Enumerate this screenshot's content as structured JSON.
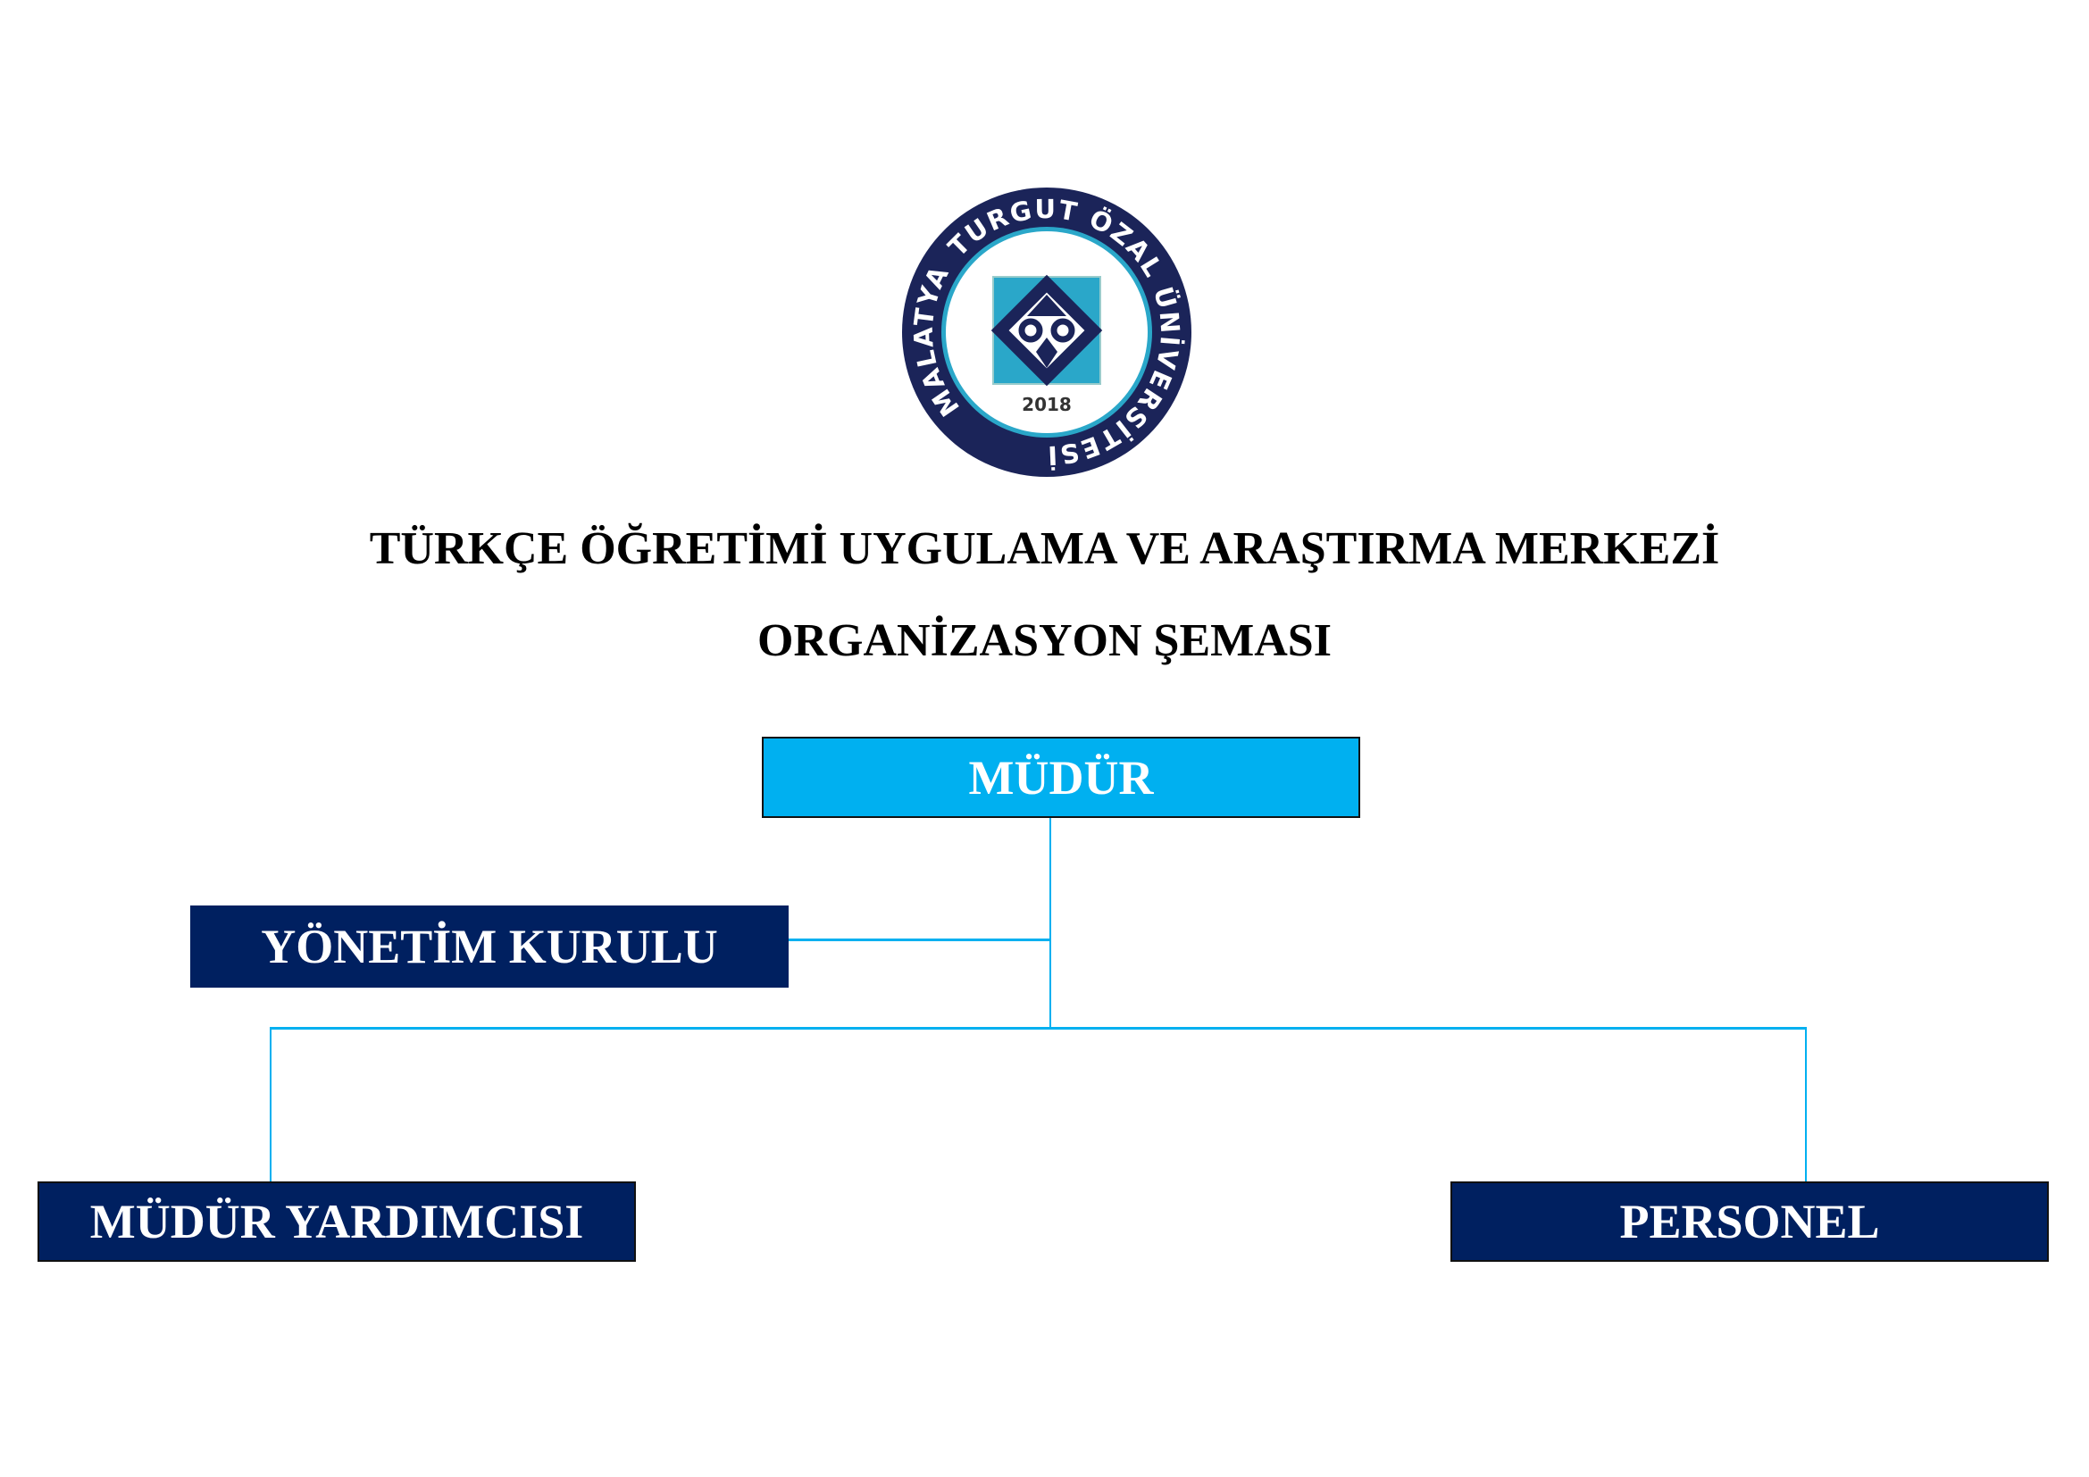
{
  "logo": {
    "ring_text": "TURGUT ÖZAL ÜNİVERSİTESİ",
    "bottom_text": "MALATYA",
    "year": "2018"
  },
  "title": {
    "line1": "TÜRKÇE ÖĞRETİMİ UYGULAMA VE ARAŞTIRMA MERKEZİ",
    "line2": "ORGANİZASYON ŞEMASI"
  },
  "chart": {
    "director": "MÜDÜR",
    "board": "YÖNETİM KURULU",
    "deputy": "MÜDÜR YARDIMCISI",
    "staff": "PERSONEL"
  },
  "colors": {
    "navy": "#002060",
    "cyan": "#00B0F0"
  }
}
